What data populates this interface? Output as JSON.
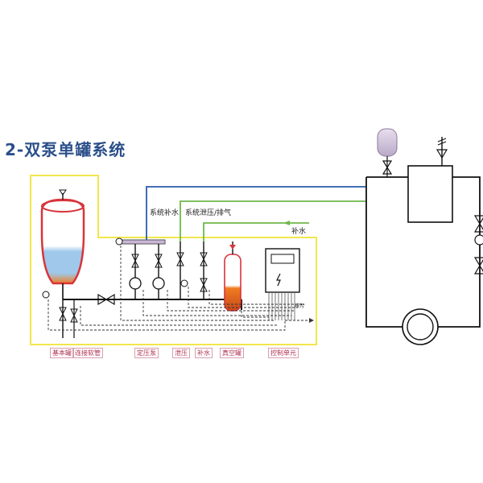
{
  "title": "2-双泵单罐系统",
  "labels": {
    "system_supply": "系统补水",
    "system_relief": "系统泄压/排气",
    "makeup_water": "补水",
    "drain": "排污"
  },
  "components": [
    {
      "id": "base-tank",
      "text": "基本罐"
    },
    {
      "id": "connection-pipe",
      "text": "连接软管"
    },
    {
      "id": "pressure-pump",
      "text": "定压泵"
    },
    {
      "id": "relief",
      "text": "泄压"
    },
    {
      "id": "makeup",
      "text": "补水"
    },
    {
      "id": "vacuum-tank",
      "text": "真空罐"
    },
    {
      "id": "control-unit",
      "text": "控制单元"
    }
  ],
  "colors": {
    "title": "#2a4f8a",
    "frame_yellow": "#f2e64a",
    "blue_line": "#2a5caa",
    "green_line": "#6fb84a",
    "tank_red": "#d8343b",
    "tank_orange": "#f07c22",
    "water": "#9fc8ea",
    "expansion_tank": "#d9cde3"
  }
}
